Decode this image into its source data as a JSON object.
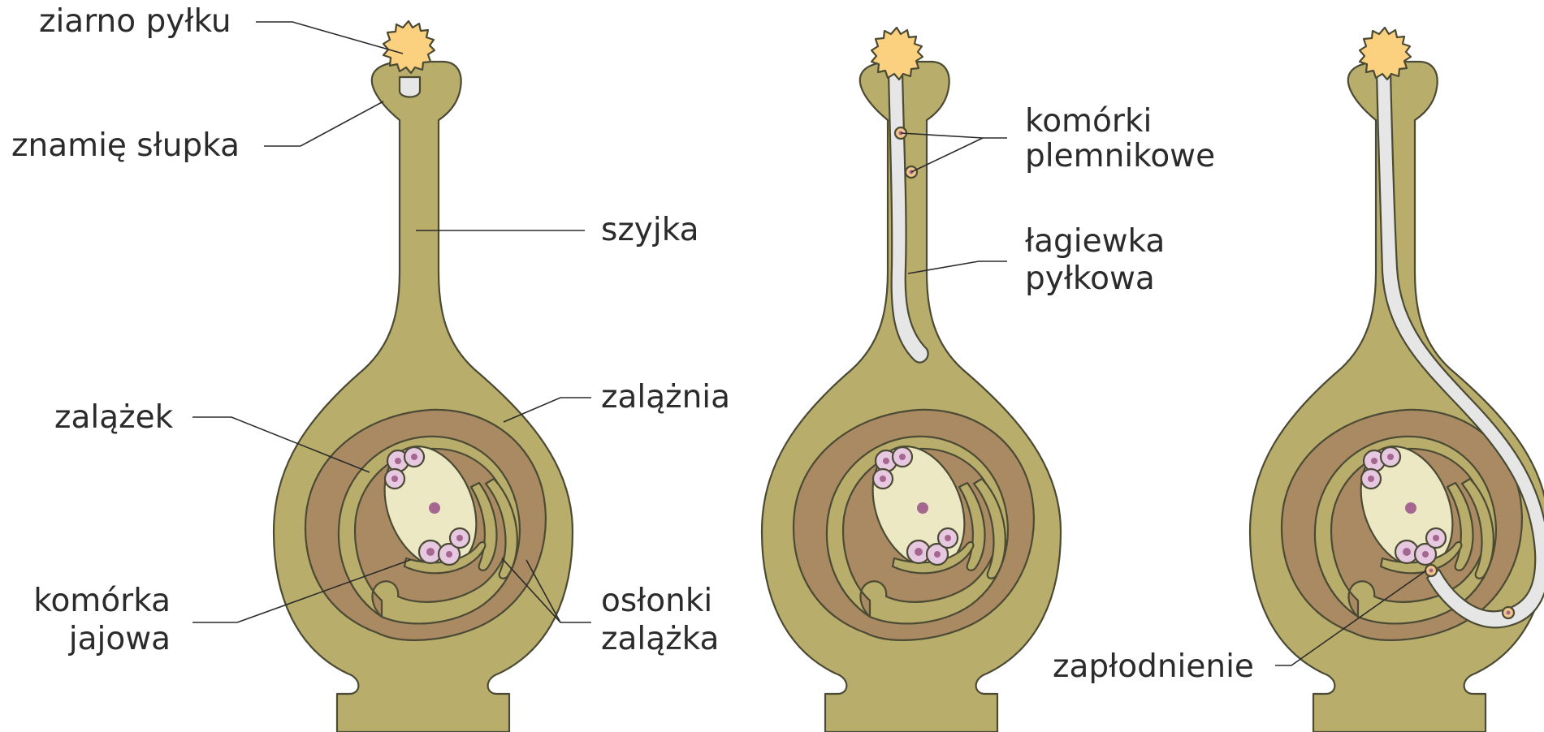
{
  "colors": {
    "pistil": "#b9ad6b",
    "ovule": "#a98a62",
    "embryo_sac": "#ece8c4",
    "tube": "#e6e6e6",
    "pollen": "#fbd07e",
    "cell": "#e6c8e0",
    "nucleus": "#a5678f",
    "sperm": "#f2c58a",
    "outline": "#4a4a35"
  },
  "labels": {
    "pollen_grain": "ziarno pyłku",
    "stigma": "znamię słupka",
    "style": "szyjka",
    "ovule": "zalążek",
    "ovary": "zalążnia",
    "egg_cell_line1": "komórka",
    "egg_cell_line2": "jajowa",
    "integuments_line1": "osłonki",
    "integuments_line2": "zalążka",
    "sperm_cells_line1": "komórki",
    "sperm_cells_line2": "plemnikowe",
    "pollen_tube_line1": "łagiewka",
    "pollen_tube_line2": "pyłkowa",
    "fertilization": "zapłodnienie"
  }
}
